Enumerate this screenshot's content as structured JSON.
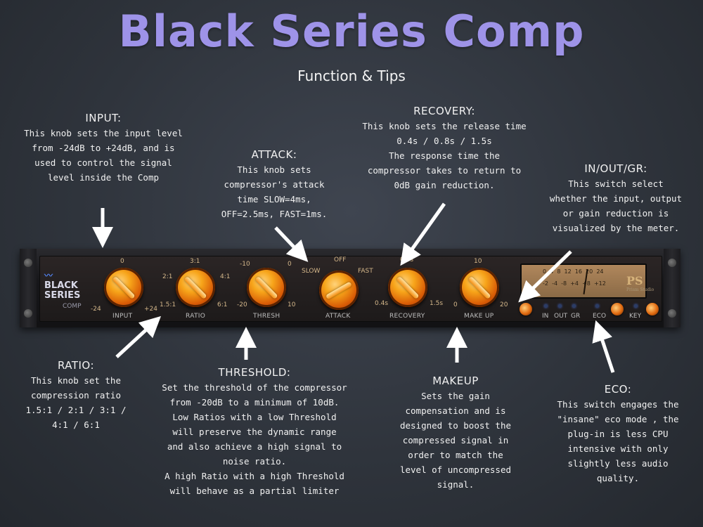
{
  "title": "Black Series Comp",
  "subtitle": "Function & Tips",
  "notes": {
    "input": {
      "heading": "INPUT:",
      "lines": [
        "This knob sets the input level",
        "from -24dB to +24dB, and is",
        "used to control the signal",
        "level inside the Comp"
      ]
    },
    "attack": {
      "heading": "ATTACK:",
      "lines": [
        "This knob sets",
        "compressor's attack",
        "time SLOW=4ms,",
        "OFF=2.5ms, FAST=1ms."
      ]
    },
    "recovery": {
      "heading": "RECOVERY:",
      "lines": [
        "This knob sets the release time",
        "0.4s / 0.8s / 1.5s",
        "The response time the",
        "compressor takes to return to",
        "0dB gain reduction."
      ]
    },
    "inoutgr": {
      "heading": "IN/OUT/GR:",
      "lines": [
        "This switch select",
        "whether the input, output",
        "or gain reduction is",
        "visualized by the meter."
      ]
    },
    "ratio": {
      "heading": "RATIO:",
      "lines": [
        "This knob set the",
        "compression ratio",
        "1.5:1 / 2:1 / 3:1 /",
        "4:1 / 6:1"
      ]
    },
    "threshold": {
      "heading": "THRESHOLD:",
      "lines": [
        "Set the threshold of the compressor",
        "from -20dB to a minimum of 10dB.",
        "Low Ratios with a low Threshold",
        "will preserve the dynamic range",
        "and also achieve a high signal to",
        "noise ratio.",
        "A high Ratio with a high Threshold",
        "will behave as a partial limiter"
      ]
    },
    "makeup": {
      "heading": "MAKEUP",
      "lines": [
        "Sets the gain",
        "compensation and is",
        "designed to boost the",
        "compressed signal in",
        "order to match the",
        "level of uncompressed",
        "signal."
      ]
    },
    "eco": {
      "heading": "ECO:",
      "lines": [
        "This switch engages the",
        "\"insane\" eco mode , the",
        "plug-in is less CPU",
        "intensive with only",
        "slightly less audio",
        "quality."
      ]
    }
  },
  "device": {
    "logo": {
      "line1": "BLACK",
      "line2": "SERIES",
      "line3": "COMP"
    },
    "brand": {
      "mark": "PS",
      "name": "Prism Studio"
    },
    "knobs": {
      "input": {
        "label": "INPUT",
        "top": "0",
        "left": "-24",
        "right": "+24"
      },
      "ratio": {
        "label": "RATIO",
        "top": "3:1",
        "ul": "2:1",
        "ur": "4:1",
        "left": "1.5:1",
        "right": "6:1"
      },
      "thresh": {
        "label": "THRESH",
        "ul": "-10",
        "ur": "0",
        "left": "-20",
        "right": "10"
      },
      "attack": {
        "label": "ATTACK",
        "top": "OFF",
        "left": "SLOW",
        "right": "FAST"
      },
      "recovery": {
        "label": "RECOVERY",
        "top": "0.8s",
        "left": "0.4s",
        "right": "1.5s"
      },
      "makeup": {
        "label": "MAKE UP",
        "top": "10",
        "left": "0",
        "right": "20"
      }
    },
    "meter": {
      "top_scale": "0  4  8  12  16  20  24",
      "bottom_scale": "-2  -4  -8  +4  +8  +12"
    },
    "switches": {
      "in": "IN",
      "out": "OUT",
      "gr": "GR",
      "eco": "ECO",
      "key": "KEY"
    }
  }
}
